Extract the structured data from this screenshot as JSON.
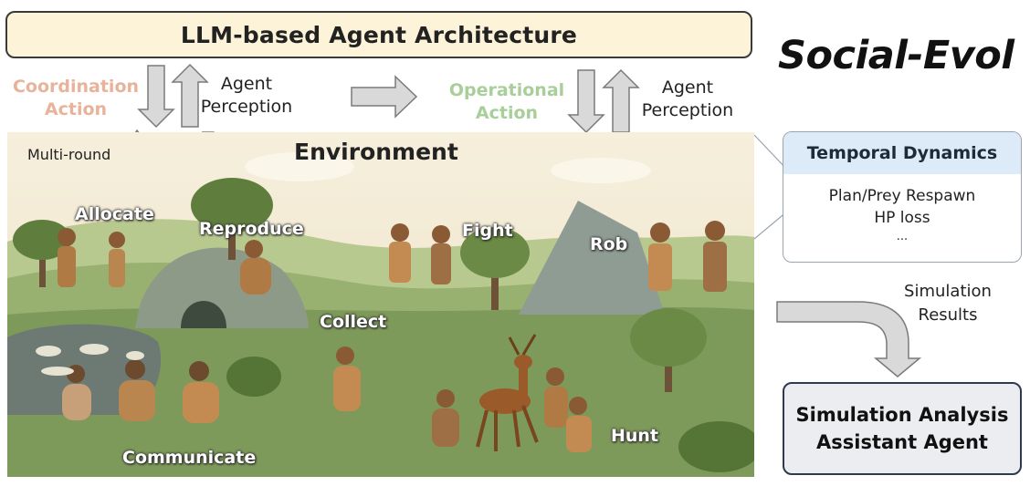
{
  "header": {
    "title": "LLM-based Agent Architecture"
  },
  "brand": "Social-Evol",
  "left_loop": {
    "coordination_line1": "Coordination",
    "coordination_line2": "Action",
    "perception_line1": "Agent",
    "perception_line2": "Perception",
    "multi_round": "Multi-round"
  },
  "middle_loop": {
    "operational_line1": "Operational",
    "operational_line2": "Action",
    "perception_line1": "Agent",
    "perception_line2": "Perception"
  },
  "environment": {
    "title": "Environment",
    "actions": {
      "allocate": "Allocate",
      "reproduce": "Reproduce",
      "fight": "Fight",
      "rob": "Rob",
      "collect": "Collect",
      "communicate": "Communicate",
      "hunt": "Hunt"
    }
  },
  "temporal": {
    "title": "Temporal Dynamics",
    "items": [
      "Plan/Prey Respawn",
      "HP loss",
      "..."
    ]
  },
  "simulation_results": {
    "line1": "Simulation",
    "line2": "Results"
  },
  "analysis": {
    "line1": "Simulation Analysis",
    "line2": "Assistant Agent"
  },
  "colors": {
    "coordination": "#e8b39a",
    "operational": "#a8cf9a",
    "header_fill": "#fdf3d8",
    "temporal_header": "#ddeaf7",
    "arrow_fill": "#d9d9d9",
    "arrow_stroke": "#7a7a7a"
  }
}
